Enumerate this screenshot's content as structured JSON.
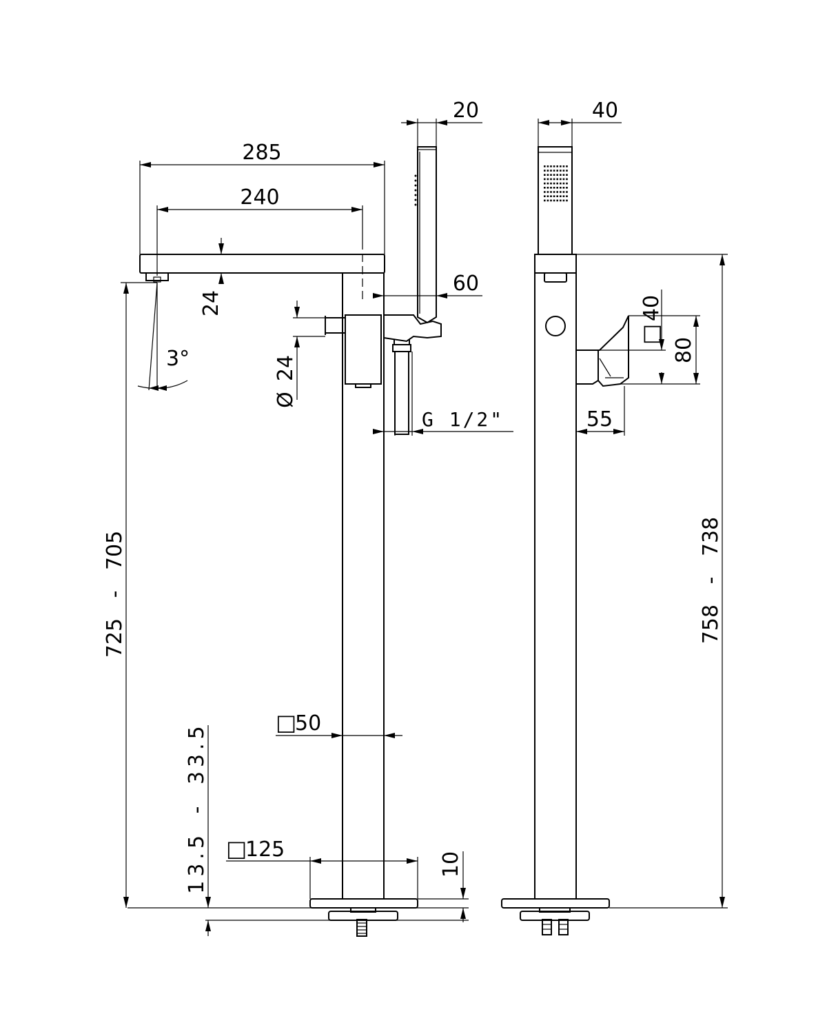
{
  "drawing": {
    "front_view": {
      "spout_total_length": "285",
      "spout_reach": "240",
      "spout_thickness": "24",
      "spout_angle": "3°",
      "inlet_diameter": "24",
      "handshower_width": "20",
      "handshower_offset": "60",
      "inlet_thread": "G 1/2\"",
      "overall_height_range": "725 - 705",
      "column_section": "50",
      "base_section": "125",
      "base_thickness": "10",
      "floor_range": "13.5 - 33.5"
    },
    "side_view": {
      "handshower_depth": "40",
      "holder_section": "40",
      "holder_height": "80",
      "holder_projection": "55",
      "overall_height_range": "758 - 738"
    }
  },
  "symbols": {
    "square": "□",
    "diameter": "Ø"
  }
}
